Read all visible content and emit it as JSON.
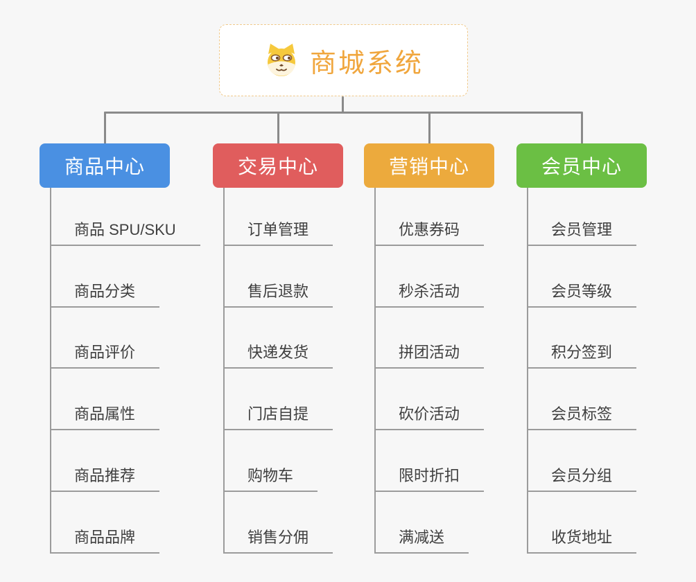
{
  "root": {
    "title": "商城系统",
    "icon": "shiba-dog-icon",
    "text_color": "#f0a63d",
    "border_color": "#f0c98a"
  },
  "branches": [
    {
      "label": "商品中心",
      "color": "#4a90e2",
      "children": [
        "商品 SPU/SKU",
        "商品分类",
        "商品评价",
        "商品属性",
        "商品推荐",
        "商品品牌"
      ]
    },
    {
      "label": "交易中心",
      "color": "#e05d5d",
      "children": [
        "订单管理",
        "售后退款",
        "快递发货",
        "门店自提",
        "购物车",
        "销售分佣"
      ]
    },
    {
      "label": "营销中心",
      "color": "#ecaa3d",
      "children": [
        "优惠券码",
        "秒杀活动",
        "拼团活动",
        "砍价活动",
        "限时折扣",
        "满减送"
      ]
    },
    {
      "label": "会员中心",
      "color": "#6bbf44",
      "children": [
        "会员管理",
        "会员等级",
        "积分签到",
        "会员标签",
        "会员分组",
        "收货地址"
      ]
    }
  ],
  "colors": {
    "background": "#f7f7f7",
    "connector": "#8a8a8a",
    "underline": "#9b9b9b",
    "item_text": "#3f3f3f"
  }
}
